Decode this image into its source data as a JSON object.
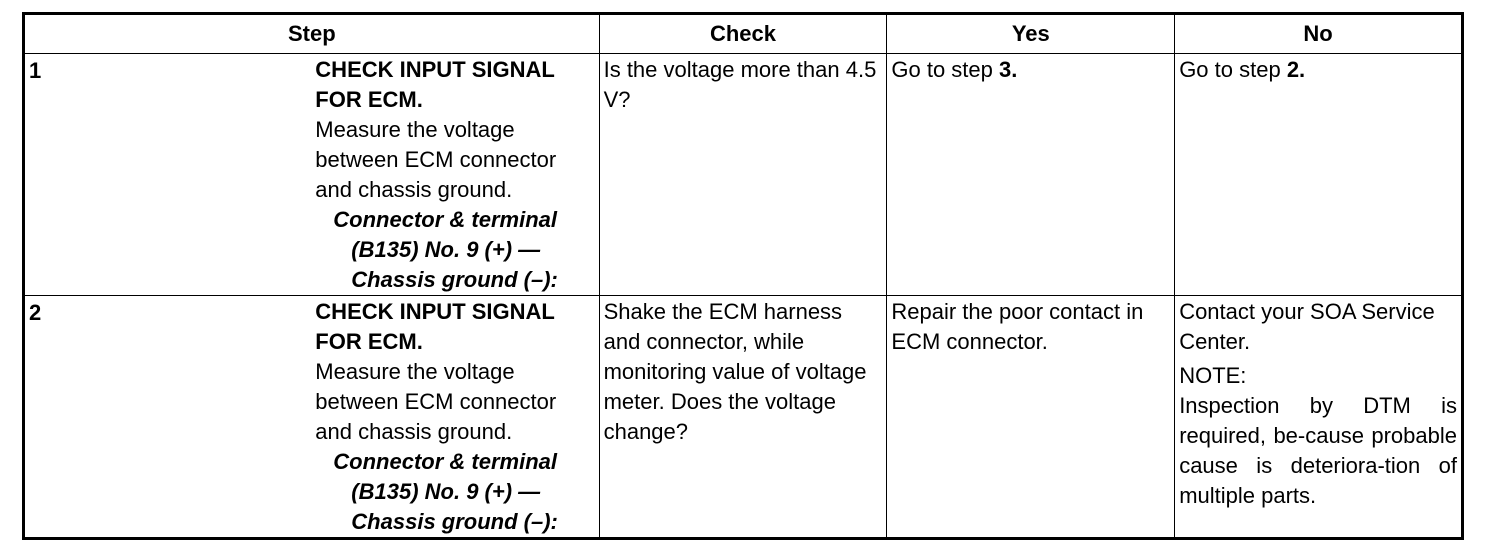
{
  "headers": {
    "step": "Step",
    "check": "Check",
    "yes": "Yes",
    "no": "No"
  },
  "rows": [
    {
      "num": "1",
      "title": "CHECK INPUT SIGNAL FOR ECM.",
      "desc": "Measure the voltage between ECM connector and chassis ground.",
      "conn_label": "Connector & terminal",
      "conn_term": "(B135) No. 9 (+) — Chassis ground (–):",
      "check": "Is the voltage more than 4.5 V?",
      "yes_prefix": "Go to step ",
      "yes_step": "3.",
      "no_prefix": "Go to step ",
      "no_step": "2."
    },
    {
      "num": "2",
      "title": "CHECK INPUT SIGNAL FOR ECM.",
      "desc": "Measure the voltage between ECM connector and chassis ground.",
      "conn_label": "Connector & terminal",
      "conn_term": "(B135) No. 9 (+) — Chassis ground (–):",
      "check": "Shake the ECM harness and connector, while monitoring value of voltage meter. Does the voltage change?",
      "yes": "Repair the poor contact in ECM connector.",
      "no": "Contact your SOA Service Center.",
      "note_label": "NOTE:",
      "note": "Inspection by DTM is required, be-cause probable cause is deteriora-tion of multiple parts."
    }
  ]
}
